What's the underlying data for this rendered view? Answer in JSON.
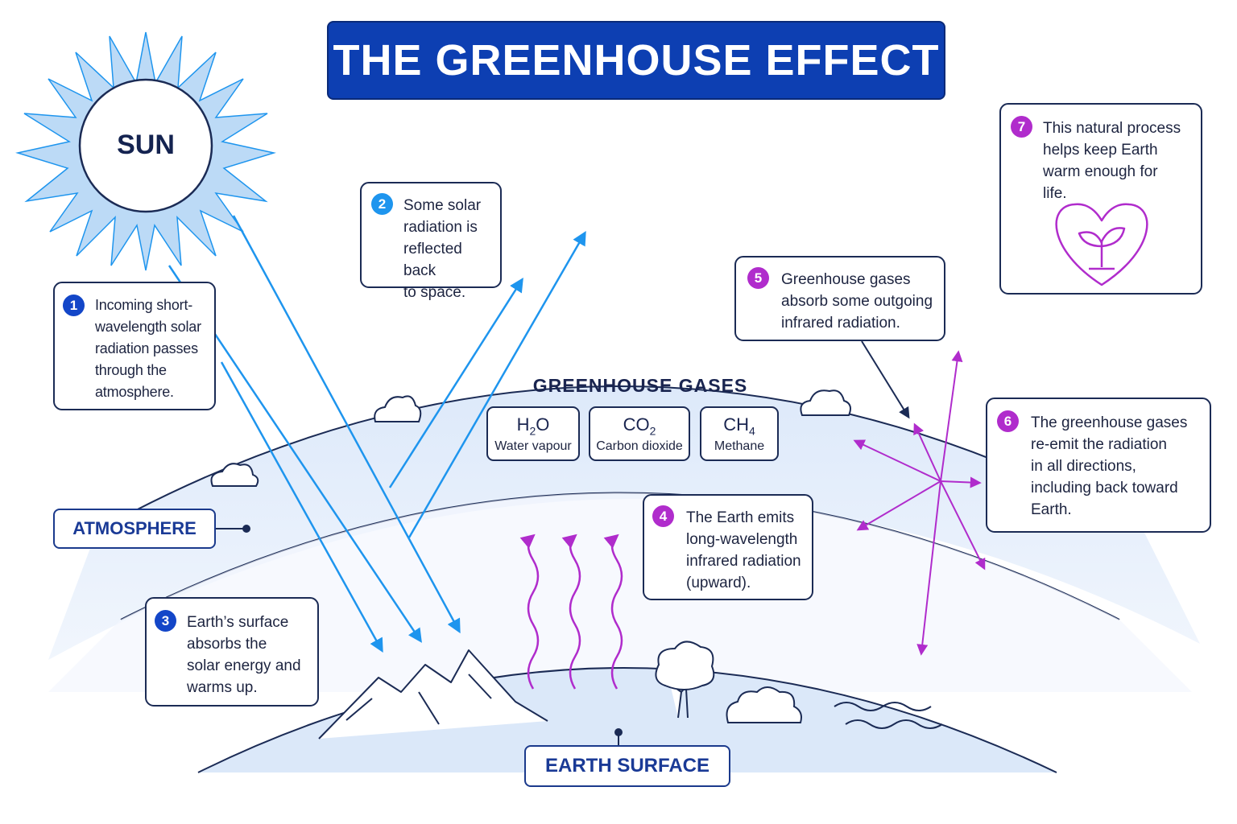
{
  "title": "THE GREENHOUSE EFFECT",
  "sun_label": "SUN",
  "steps": [
    {
      "number": "1",
      "text": "Incoming short-\nwavelength solar\nradiation passes\nthrough the\natmosphere."
    },
    {
      "number": "2",
      "text": "Some solar\nradiation is\nreflected back\nto space."
    },
    {
      "number": "3",
      "text": "Earth’s surface\nabsorbs the\nsolar energy and\nwarms up."
    },
    {
      "number": "4",
      "text": "The Earth emits\nlong-wavelength\ninfrared radiation\n(upward)."
    },
    {
      "number": "5",
      "text": "Greenhouse gases\nabsorb some outgoing\ninfrared radiation."
    },
    {
      "number": "6",
      "text": "The greenhouse gases\nre-emit the radiation\nin all directions,\nincluding back toward\nEarth."
    },
    {
      "number": "7",
      "text": "This natural process\nhelps keep Earth\nwarm enough for\nlife."
    }
  ],
  "labels": {
    "atmosphere": "ATMOSPHERE",
    "earth_surface": "EARTH SURFACE",
    "greenhouse_gases": "GREENHOUSE GASES"
  },
  "gases": [
    {
      "symbol": "H",
      "subscript": "2",
      "suffix": "O",
      "name": "Water vapour"
    },
    {
      "symbol": "CO",
      "subscript": "2",
      "suffix": "",
      "name": "Carbon dioxide"
    },
    {
      "symbol": "CH",
      "subscript": "4",
      "suffix": "",
      "name": "Methane"
    }
  ],
  "icons": [
    "sun-icon",
    "cloud-icon",
    "mountain-icon",
    "tree-icon",
    "bush-icon",
    "water-waves-icon",
    "heart-plant-icon"
  ],
  "colors": {
    "title_bg": "#0d3fb2",
    "solar_arrow": "#1e95ee",
    "infrared_arrow": "#b02ccc",
    "atmosphere_fill": "#e3eefb",
    "outline": "#1b2b55"
  }
}
